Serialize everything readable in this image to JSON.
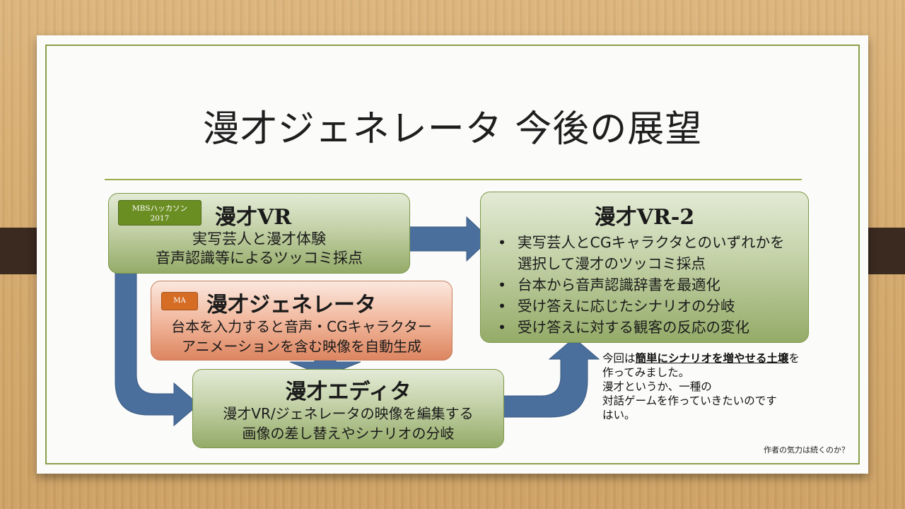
{
  "slide": {
    "title": "漫才ジェネレータ 今後の展望"
  },
  "boxes": {
    "vr": {
      "badge": "MBSハッカソン2017",
      "title": "漫才VR",
      "lines": [
        "実写芸人と漫才体験",
        "音声認識等によるツッコミ採点"
      ]
    },
    "generator": {
      "badge": "MA",
      "title": "漫才ジェネレータ",
      "lines": [
        "台本を入力すると音声・CGキャラクター",
        "アニメーションを含む映像を自動生成"
      ]
    },
    "editor": {
      "title": "漫才エディタ",
      "lines": [
        "漫才VR/ジェネレータの映像を編集する",
        "画像の差し替えやシナリオの分岐"
      ]
    },
    "vr2": {
      "title": "漫才VR-2",
      "items": [
        "実写芸人とCGキャラクタとのいずれかを選択して漫才のツッコミ採点",
        "台本から音声認識辞書を最適化",
        "受け答えに応じたシナリオの分岐",
        "受け答えに対する観客の反応の変化"
      ],
      "item0_line1": "実写芸人とCGキャラクタとのいずれかを",
      "item0_line2": "選択して漫才のツッコミ採点"
    }
  },
  "note": {
    "prefix": "今回は",
    "emphasis": "簡単にシナリオを増やせる土壌",
    "suffix": "を",
    "line2": "作ってみました。",
    "line3": "漫才というか、一種の",
    "line4": "対話ゲームを作っていきたいのです",
    "line5": "はい。"
  },
  "footnote": "作者の気力は続くのか？",
  "colors": {
    "arrow_fill": "#4a6f9c",
    "arrow_stroke": "#3a5a82",
    "slide_border": "#8aa04a"
  },
  "icons": {
    "bullet": "•"
  }
}
